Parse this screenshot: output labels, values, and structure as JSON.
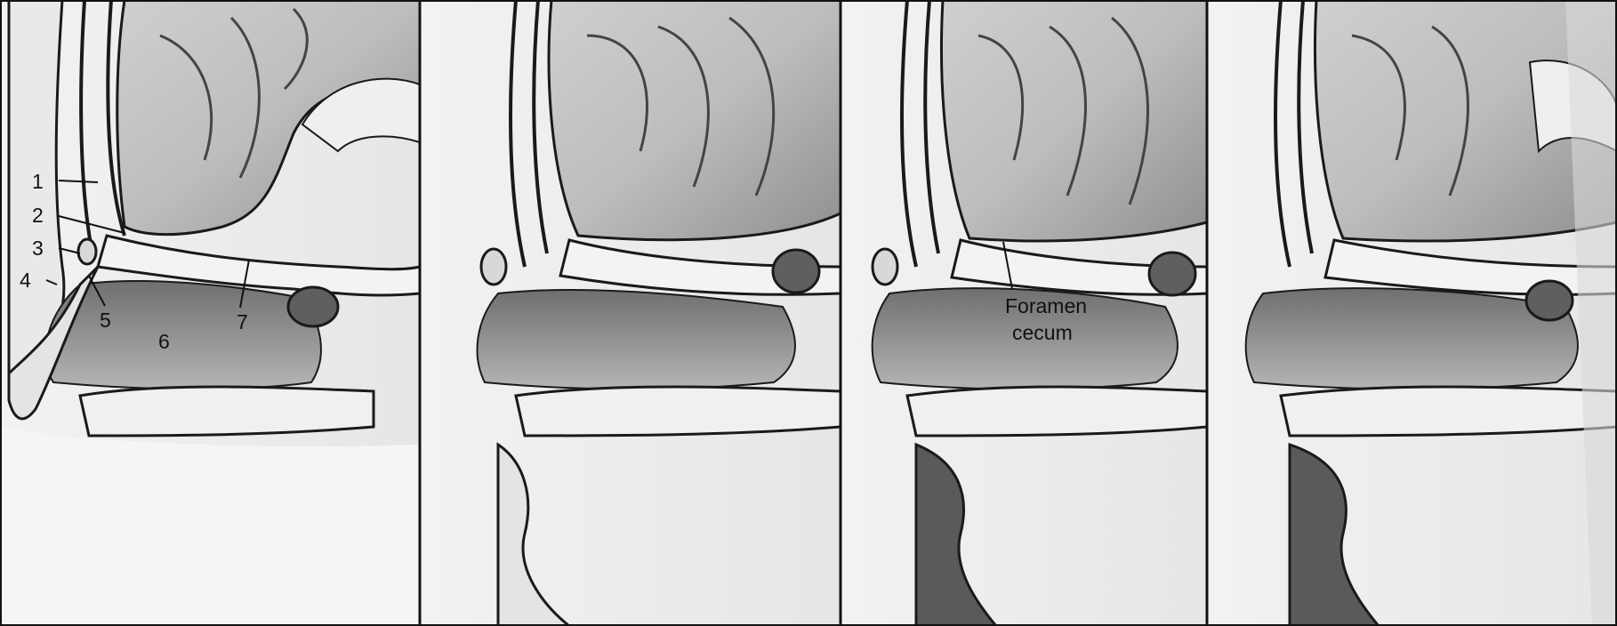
{
  "figure": {
    "panels": [
      {
        "id": "panel-1",
        "label_numbers": [
          "1",
          "2",
          "3",
          "4",
          "5",
          "6",
          "7"
        ]
      },
      {
        "id": "panel-2"
      },
      {
        "id": "panel-3",
        "annotation": {
          "line1": "Foramen",
          "line2": "cecum"
        }
      },
      {
        "id": "panel-4"
      }
    ],
    "labels": {
      "n1": "1",
      "n2": "2",
      "n3": "3",
      "n4": "4",
      "n5": "5",
      "n6": "6",
      "n7": "7"
    },
    "annotation": {
      "line1": "Foramen",
      "line2": "cecum"
    },
    "colors": {
      "background": "#f4f4f4",
      "ink": "#1a1a1a",
      "brain_light": "#dcdcdc",
      "brain_dark": "#8a8a8a",
      "cavity": "#9a9a9a"
    }
  }
}
